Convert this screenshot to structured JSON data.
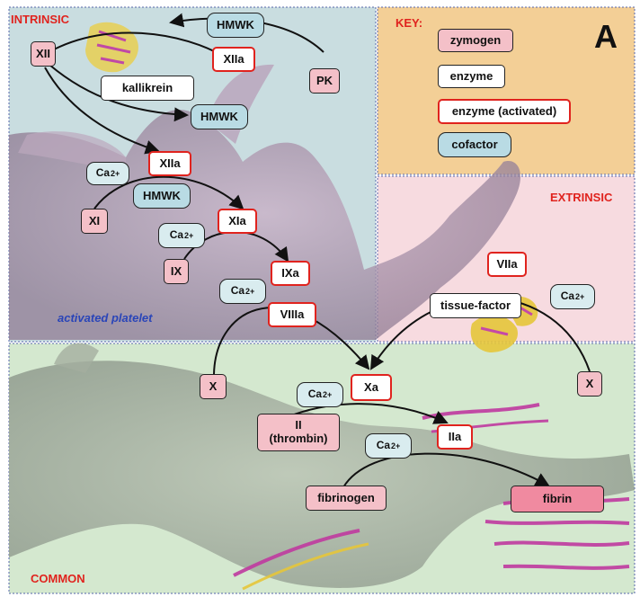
{
  "regions": {
    "intrinsic": "INTRINSIC",
    "extrinsic": "EXTRINSIC",
    "common": "COMMON",
    "key": "KEY:"
  },
  "panel_letter": "A",
  "key_items": {
    "zymogen": "zymogen",
    "enzyme": "enzyme",
    "enzyme_activated": "enzyme (activated)",
    "cofactor": "cofactor"
  },
  "platelet_label": "activated platelet",
  "nodes": {
    "xii": "XII",
    "hmwk_top": "HMWK",
    "xiia_top": "XIIa",
    "pk": "PK",
    "kallikrein": "kallikrein",
    "hmwk_mid": "HMWK",
    "xiia": "XIIa",
    "ca_1": "Ca",
    "hmwk_low": "HMWK",
    "xi": "XI",
    "xia": "XIa",
    "ca_2": "Ca",
    "ix": "IX",
    "ixa": "IXa",
    "ca_3": "Ca",
    "viiia": "VIIIa",
    "viia": "VIIa",
    "tissue_factor": "tissue-factor",
    "ca_4": "Ca",
    "x_left": "X",
    "xa": "Xa",
    "x_right": "X",
    "ca_5": "Ca",
    "ii": "II\n(thrombin)",
    "iia": "IIa",
    "ca_6": "Ca",
    "fibrinogen": "fibrinogen",
    "fibrin": "fibrin"
  },
  "ca_charge": "2+",
  "colors": {
    "intrinsic_bg": "#c9dde0",
    "key_bg": "#f3cf96",
    "extrinsic_bg": "#f7dbe0",
    "common_bg": "#d4e8cf",
    "activated_border": "#e0231e",
    "zymogen_fill": "#f4c0c8",
    "cofactor_fill": "#b9dbe4",
    "platelet_text": "#2a45b8"
  }
}
